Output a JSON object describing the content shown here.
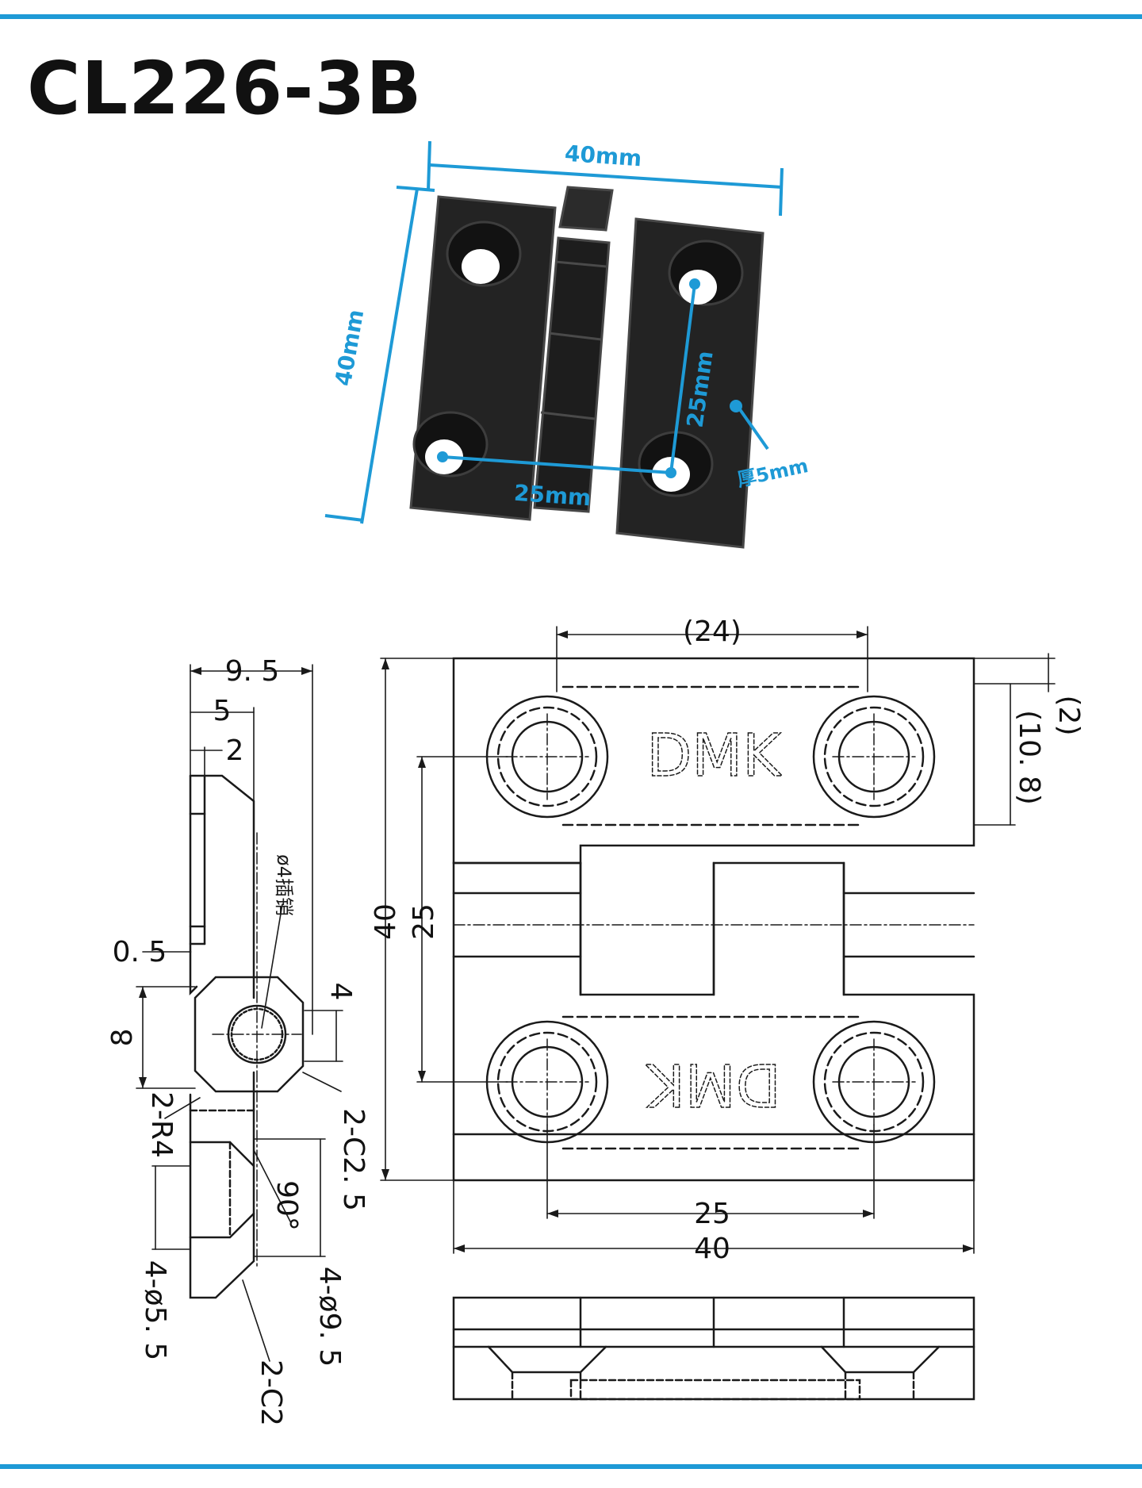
{
  "title": "CL226-3B",
  "colors": {
    "accent": "#1e9ad6",
    "hinge_body": "#232323",
    "hinge_edge": "#474747",
    "line": "#1a1a1a"
  },
  "photo": {
    "width_label": "40mm",
    "height_label": "40mm",
    "hole_vertical_label": "25mm",
    "hole_horizontal_label": "25mm",
    "thickness_label": "厚5mm"
  },
  "side_view": {
    "dim_9_5": "9. 5",
    "dim_5": "5",
    "dim_2": "2",
    "dim_0_5": "0. 5",
    "dim_8": "8",
    "dim_4": "4",
    "pin_label": "ø4插销",
    "r4": "2-R4",
    "c2_5": "2-C2. 5",
    "angle": "90°",
    "dia_5_5": "4-ø5. 5",
    "dia_9_5": "4-ø9. 5",
    "c2": "2-C2"
  },
  "front_view": {
    "dim_24": "(24)",
    "dim_2": "(2)",
    "dim_10_8": "(10. 8)",
    "dim_25_v": "25",
    "dim_40_v": "40",
    "dim_25_h": "25",
    "dim_40_h": "40",
    "logo_top": "DMK",
    "logo_bottom": "DMK"
  }
}
